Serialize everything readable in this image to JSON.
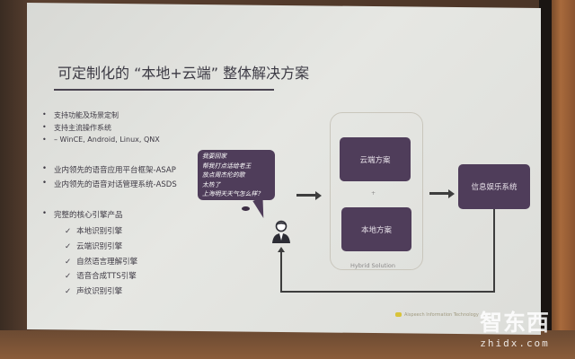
{
  "slide": {
    "title": "可定制化的 “本地+云端” 整体解决方案",
    "bullets_group1": [
      "支持功能及场景定制",
      "支持主流操作系统",
      "– WinCE, Android, Linux, QNX"
    ],
    "bullets_group2": [
      "业内领先的语音应用平台框架-ASAP",
      "业内领先的语音对话管理系统-ASDS"
    ],
    "core_heading": "完整的核心引擎产品",
    "core_items": [
      "本地识别引擎",
      "云端识别引擎",
      "自然语言理解引擎",
      "语音合成TTS引擎",
      "声纹识别引擎"
    ],
    "check_icon": "✓",
    "speech_bubble": [
      "我要回家",
      "帮我打点话给老王",
      "放点周杰伦的歌",
      "太热了",
      "上海明天天气怎么样？"
    ],
    "diagram": {
      "cloud_box": "云端方案",
      "plus": "+",
      "local_box": "本地方案",
      "hybrid_label": "Hybrid Solution",
      "target_box": "信息娱乐系统"
    },
    "footer": "Aispeech Information Technology",
    "accent_color": "#4f3d5a"
  },
  "watermark": {
    "logo": "智东西",
    "url": "zhidx.com"
  }
}
